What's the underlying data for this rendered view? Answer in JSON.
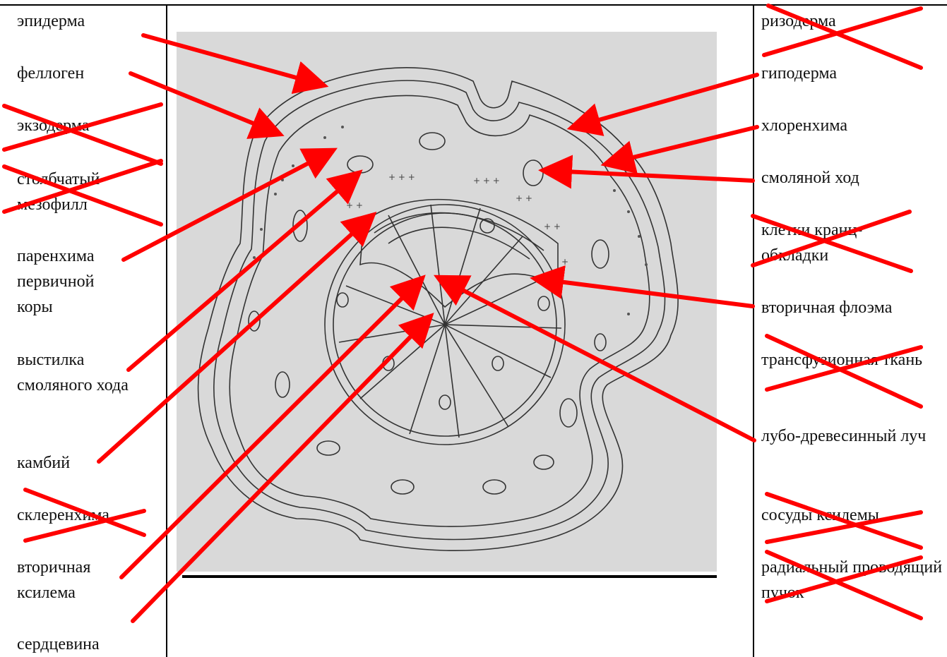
{
  "left_labels": [
    {
      "id": "epiderma",
      "text": "эпидерма"
    },
    {
      "id": "fellogen",
      "text": "феллоген"
    },
    {
      "id": "ekzoderma",
      "text": "экзодерма"
    },
    {
      "id": "stolbchatyi",
      "text": "столбчатый мезофилл"
    },
    {
      "id": "parenhima",
      "text": "паренхима первичной коры"
    },
    {
      "id": "vystilka",
      "text": "выстилка смоляного хода"
    },
    {
      "id": "kambii",
      "text": "камбий"
    },
    {
      "id": "sklerenhima",
      "text": "склеренхима"
    },
    {
      "id": "vtor_ksilema",
      "text": "вторичная ксилема"
    },
    {
      "id": "serdcevina",
      "text": "сердцевина"
    }
  ],
  "right_labels": [
    {
      "id": "rizoderma",
      "text": "ризодерма"
    },
    {
      "id": "gipoderma",
      "text": "гиподерма"
    },
    {
      "id": "hlorenhima",
      "text": "хлоренхима"
    },
    {
      "id": "smol_hod",
      "text": "смоляной ход"
    },
    {
      "id": "kletki",
      "text": "клетки кранц-обкладки"
    },
    {
      "id": "vtor_floema",
      "text": "вторичная флоэма"
    },
    {
      "id": "transfuz",
      "text": "трансфузионная ткань"
    },
    {
      "id": "lubo",
      "text": "лубо-древесинный луч"
    },
    {
      "id": "sosudy",
      "text": "сосуды ксилемы"
    },
    {
      "id": "radialnyi",
      "text": "радиальный проводящий пучок"
    }
  ],
  "crossed_out": [
    "ekzoderma",
    "stolbchatyi",
    "sklerenhima",
    "rizoderma",
    "kletki",
    "transfuz",
    "sosudy",
    "radialnyi"
  ],
  "colors": {
    "arrow": "#ff0000",
    "drawing_bg": "#d9d9d9"
  },
  "drawing": {
    "content": "pencil sketch of a plant stem cross-section"
  }
}
